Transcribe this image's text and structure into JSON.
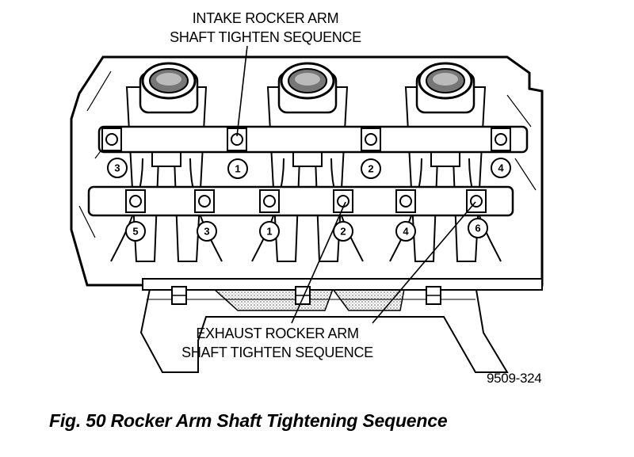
{
  "labels": {
    "intake_line1": "INTAKE ROCKER ARM",
    "intake_line2": "SHAFT TIGHTEN SEQUENCE",
    "exhaust_line1": "EXHAUST ROCKER ARM",
    "exhaust_line2": "SHAFT TIGHTEN SEQUENCE",
    "figure_code": "9509-324",
    "caption": "Fig. 50 Rocker Arm Shaft Tightening Sequence"
  },
  "intake_sequence": [
    "3",
    "1",
    "2",
    "4"
  ],
  "exhaust_sequence": [
    "5",
    "3",
    "1",
    "2",
    "4",
    "6"
  ]
}
